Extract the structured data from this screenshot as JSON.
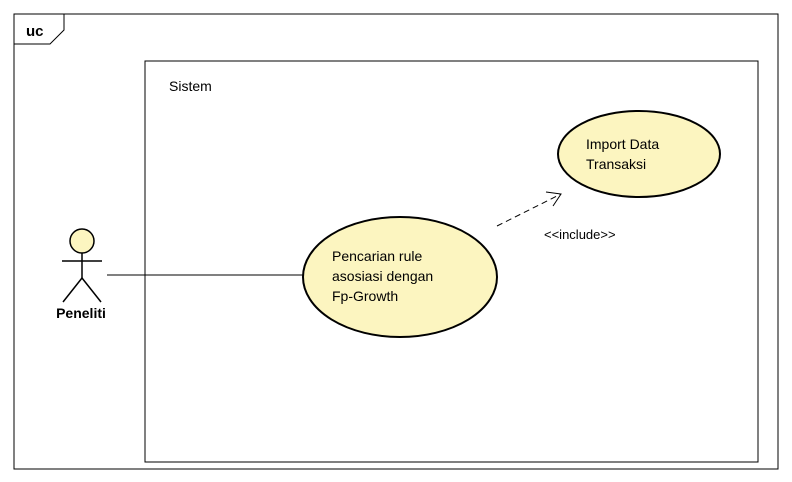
{
  "frame": {
    "tag": "uc"
  },
  "system": {
    "name": "Sistem"
  },
  "actor": {
    "name": "Peneliti"
  },
  "use_cases": [
    {
      "id": "pencarian",
      "lines": [
        "Pencarian rule",
        "asosiasi dengan",
        "Fp-Growth"
      ]
    },
    {
      "id": "import",
      "lines": [
        "Import Data",
        "Transaksi"
      ]
    }
  ],
  "relations": {
    "include_label": "<<include>>"
  },
  "colors": {
    "usecase_fill": "#fcf5c0",
    "stroke": "#000000",
    "actor_head_fill": "#fcf5c0",
    "background": "#ffffff"
  }
}
